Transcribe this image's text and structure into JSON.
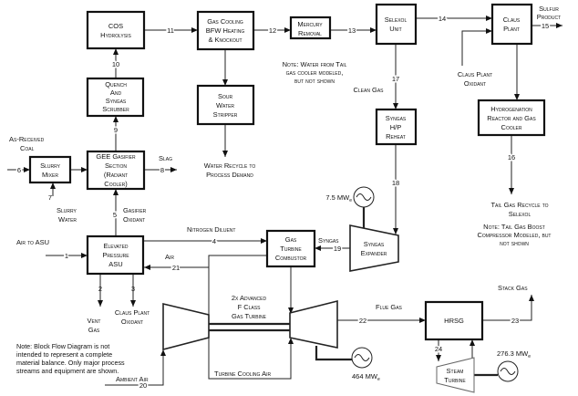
{
  "blocks": {
    "cos": [
      "COS",
      "Hydrolysis"
    ],
    "gas_cooling": [
      "Gas Cooling",
      "BFW Heating",
      "& Knockout"
    ],
    "mercury": [
      "Mercury",
      "Removal"
    ],
    "selexol": [
      "Selexol",
      "Unit"
    ],
    "claus": [
      "Claus",
      "Plant"
    ],
    "quench": [
      "Quench",
      "And",
      "Syngas",
      "Scrubber"
    ],
    "sour_water": [
      "Sour",
      "Water",
      "Stripper"
    ],
    "gasifier": [
      "GEE Gasifier",
      "Section",
      "(Radiant",
      "Cooler)"
    ],
    "slurry": [
      "Slurry",
      "Mixer"
    ],
    "reheat": [
      "Syngas",
      "H/P",
      "Reheat"
    ],
    "hydrogenation": [
      "Hydrogenation",
      "Reactor and Gas",
      "Cooler"
    ],
    "asu": [
      "Elevated",
      "Pressure",
      "ASU"
    ],
    "combustor": [
      "Gas",
      "Turbine",
      "Combustor"
    ],
    "expander": [
      "Syngas",
      "Expander"
    ],
    "gas_turbine": [
      "2x Advanced",
      "F Class",
      "Gas Turbine"
    ],
    "hrsg": [
      "HRSG"
    ],
    "steam_turbine": [
      "Steam",
      "Turbine"
    ]
  },
  "streams": [
    "1",
    "2",
    "3",
    "4",
    "5",
    "6",
    "7",
    "8",
    "9",
    "10",
    "11",
    "12",
    "13",
    "14",
    "15",
    "16",
    "17",
    "18",
    "19",
    "20",
    "21",
    "22",
    "23",
    "24"
  ],
  "labels": {
    "sulfur_product": [
      "Sulfur",
      "Product"
    ],
    "as_received_coal": [
      "As-Received",
      "Coal"
    ],
    "slag": "Slag",
    "slurry_water": [
      "Slurry",
      "Water"
    ],
    "water_recycle": [
      "Water Recycle to",
      "Process Demand"
    ],
    "note_water": [
      "Note: Water from Tail",
      "gas cooler modeled,",
      "but not shown"
    ],
    "clean_gas": "Clean Gas",
    "claus_oxidant_top": [
      "Claus Plant",
      "Oxidant"
    ],
    "tail_gas_recycle": [
      "Tail Gas Recycle to",
      "Selexol"
    ],
    "note_tail_gas": [
      "Note: Tail Gas Boost",
      "Compressor Modeled, but",
      "not shown"
    ],
    "air_to_asu": "Air to ASU",
    "gasifier_oxidant": [
      "Gasifier",
      "Oxidant"
    ],
    "nitrogen_diluent": "Nitrogen Diluent",
    "air": "Air",
    "syngas": "Syngas",
    "vent_gas": [
      "Vent",
      "Gas"
    ],
    "claus_oxidant_bottom": [
      "Claus Plant",
      "Oxidant"
    ],
    "flue_gas": "Flue Gas",
    "stack_gas": "Stack Gas",
    "ambient_air": "Ambient Air",
    "turbine_cooling_air": "Turbine Cooling Air",
    "note_block": [
      "Note:  Block Flow Diagram is not",
      "intended to represent a complete",
      "material balance.  Only major process",
      "streams and equipment are shown."
    ]
  },
  "power": {
    "expander": "7.5 MW",
    "gas_turbine": "464 MW",
    "steam_turbine": "276.3 MW",
    "subscript": "e"
  },
  "icons": {
    "generator": "generator-sine-icon"
  }
}
